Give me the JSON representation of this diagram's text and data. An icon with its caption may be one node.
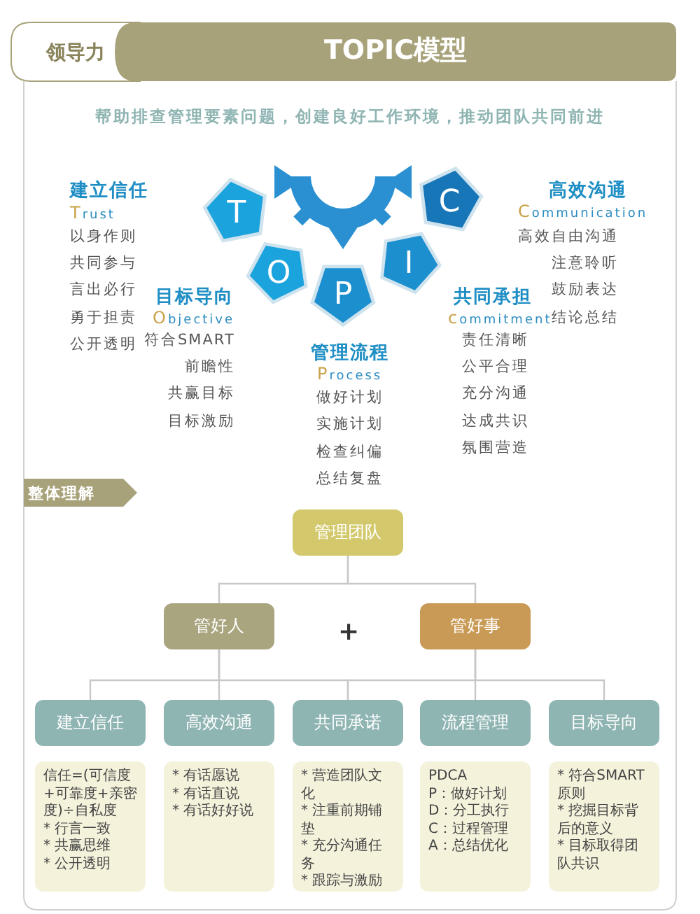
{
  "diagram": {
    "title": "TOPIC模型",
    "nodes": [
      {
        "text": [
          "T"
        ]
      },
      {
        "text": [
          "O"
        ]
      },
      {
        "text": [
          "P"
        ]
      },
      {
        "text": [
          "I"
        ]
      },
      {
        "text": [
          "C"
        ]
      },
      {
        "text": [
          "管理团队"
        ]
      },
      {
        "text": [
          "管好人"
        ]
      },
      {
        "text": [
          "管好事"
        ]
      },
      {
        "text": [
          "建立信任"
        ]
      },
      {
        "text": [
          "高效沟通"
        ]
      },
      {
        "text": [
          "共同承诺"
        ]
      },
      {
        "text": [
          "流程管理"
        ]
      },
      {
        "text": [
          "目标导向"
        ]
      },
      {
        "text": [
          "信任=(可信度+可靠度+亲密度)÷自私度",
          "* 行言一致",
          "* 共赢思维",
          "* 公开透明"
        ]
      },
      {
        "text": [
          "* 有话愿说",
          "* 有话直说",
          "* 有话好好说"
        ]
      },
      {
        "text": [
          "* 营造团队文化",
          "* 注重前期铺垫",
          "* 充分沟通任务",
          "* 跟踪与激励"
        ]
      },
      {
        "text": [
          "PDCA",
          "P：做好计划",
          "D：分工执行",
          "C：过程管理",
          "A：总结优化"
        ]
      },
      {
        "text": [
          "* 符合SMART原则",
          "* 挖掘目标背后的意义",
          "* 目标取得团队共识"
        ]
      }
    ],
    "edges": [
      {
        "from": 5,
        "to": 6,
        "arrow": "none"
      },
      {
        "from": 5,
        "to": 7,
        "arrow": "none"
      },
      {
        "from": 6,
        "to": 8,
        "arrow": "none"
      },
      {
        "from": 6,
        "to": 9,
        "arrow": "none"
      },
      {
        "from": 6,
        "to": 10,
        "arrow": "none"
      },
      {
        "from": 7,
        "to": 10,
        "arrow": "none"
      },
      {
        "from": 7,
        "to": 11,
        "arrow": "none"
      },
      {
        "from": 7,
        "to": 12,
        "arrow": "none"
      }
    ],
    "labels": [
      "领导力",
      "帮助排查管理要素问题，创建良好工作环境，推动团队共同前进",
      "建立信任",
      "Trust",
      "以身作则",
      "共同参与",
      "言出必行",
      "勇于担责",
      "公开透明",
      "高效沟通",
      "Communication",
      "高效自由沟通",
      "注意聆听",
      "鼓励表达",
      "结论总结",
      "目标导向",
      "Objective",
      "符合SMART",
      "前瞻性",
      "共赢目标",
      "目标激励",
      "共同承担",
      "commitment",
      "责任清晰",
      "公平合理",
      "充分沟通",
      "达成共识",
      "氛围营造",
      "管理流程",
      "Process",
      "做好计划",
      "实施计划",
      "检查纠偏",
      "总结复盘",
      "整体理解",
      "+"
    ]
  }
}
